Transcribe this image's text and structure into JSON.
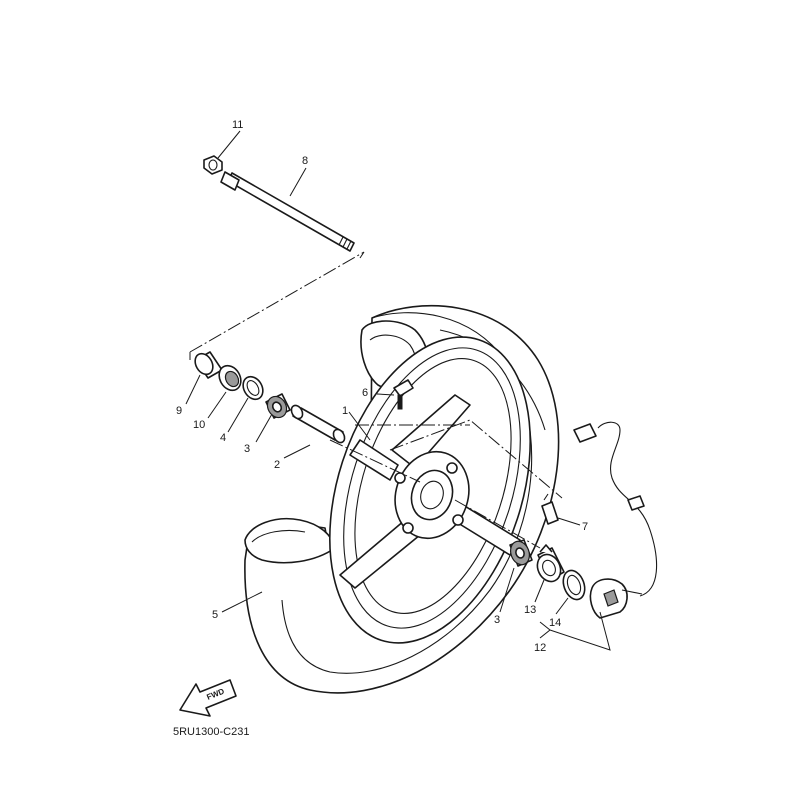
{
  "diagram": {
    "callouts": {
      "c1": "1",
      "c2": "2",
      "c3a": "3",
      "c3b": "3",
      "c4": "4",
      "c5": "5",
      "c6": "6",
      "c7": "7",
      "c8": "8",
      "c9": "9",
      "c10": "10",
      "c11": "11",
      "c12": "12",
      "c13": "13",
      "c14": "14"
    },
    "fwd_label": "FWD",
    "drawing_code": "5RU1300-C231"
  }
}
